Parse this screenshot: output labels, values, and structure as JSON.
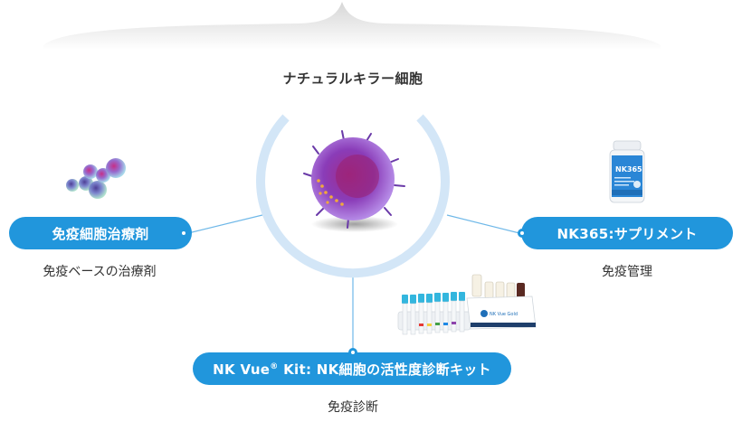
{
  "center": {
    "title": "ナチュラルキラー細胞",
    "image": "nk-cell-illustration"
  },
  "nodes": [
    {
      "id": "left",
      "label": "免疫細胞治療剤",
      "caption": "免疫ベースの治療剤",
      "image": "immune-cells-cluster"
    },
    {
      "id": "right",
      "label": "NK365:サプリメント",
      "caption": "免疫管理",
      "image": "nk365-supplement-bottle",
      "product_text": "NK365"
    },
    {
      "id": "bottom",
      "label_main": "NK Vue",
      "label_reg": "®",
      "label_rest": " Kit: NK細胞の活性度診断キット",
      "caption": "免疫診断",
      "image": "nk-vue-kit",
      "product_text": "NK Vue Gold"
    }
  ],
  "colors": {
    "pill": "#2196dc",
    "ring": "#d3e6f7",
    "connector": "#6fb8e8",
    "text": "#333333"
  }
}
